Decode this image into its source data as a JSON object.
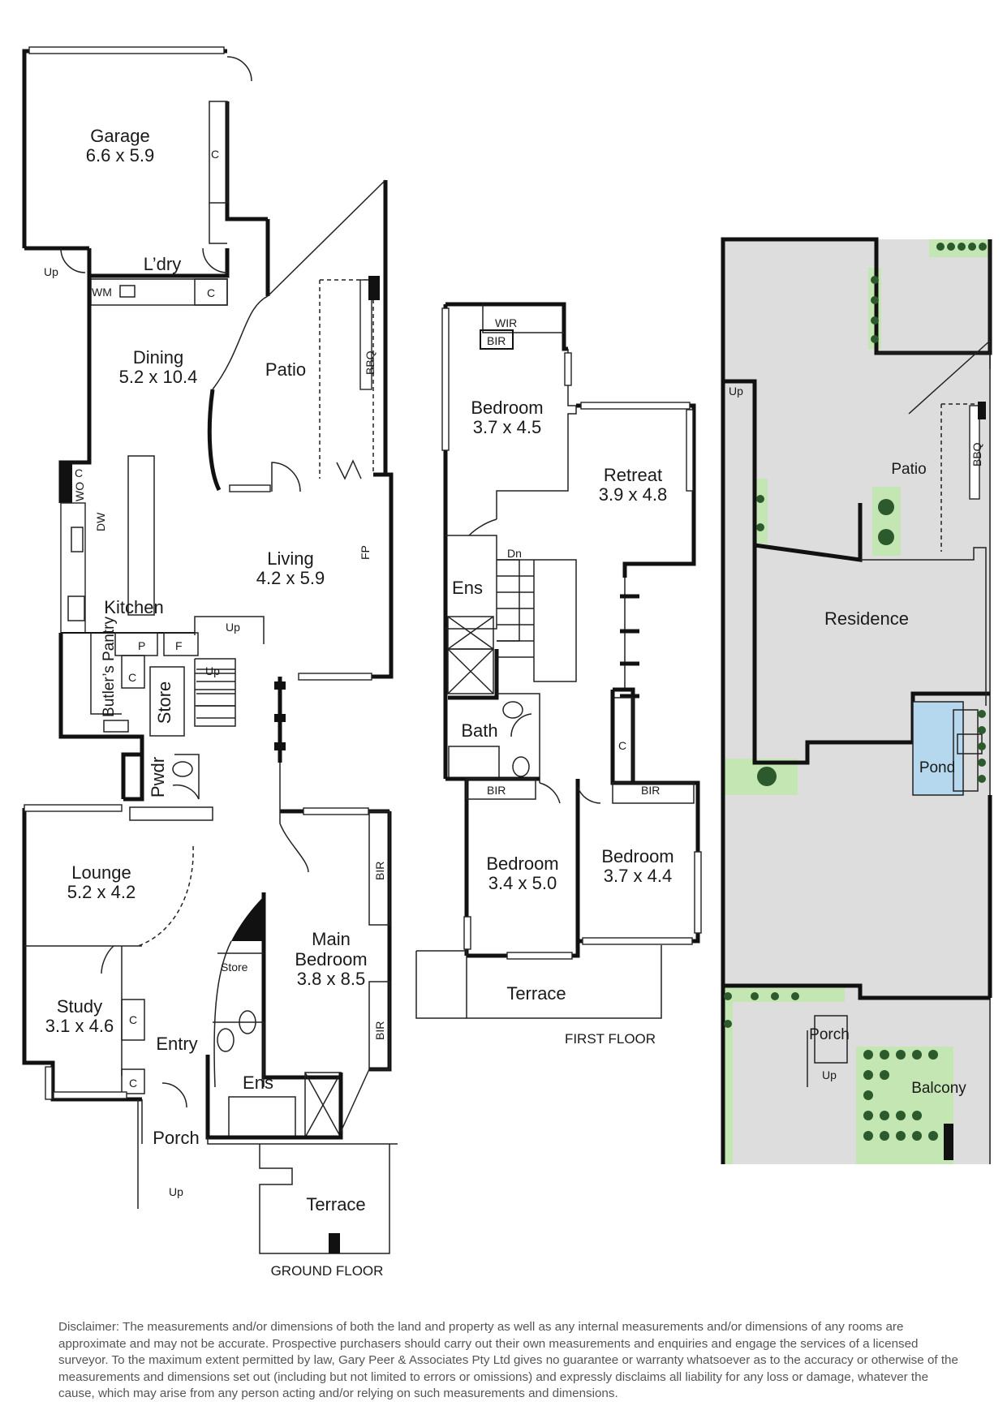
{
  "ground_floor": {
    "label": "GROUND FLOOR",
    "rooms": {
      "garage_name": "Garage",
      "garage_dims": "6.6 x 5.9",
      "laundry_name": "L’dry",
      "dining_name": "Dining",
      "dining_dims": "5.2 x 10.4",
      "patio_name": "Patio",
      "living_name": "Living",
      "living_dims": "4.2 x 5.9",
      "kitchen_name": "Kitchen",
      "butlers_pantry_name": "Butler’s Pantry",
      "store_name": "Store",
      "powder_name": "Pwdr",
      "lounge_name": "Lounge",
      "lounge_dims": "5.2 x 4.2",
      "study_name": "Study",
      "study_dims": "3.1 x 4.6",
      "entry_name": "Entry",
      "porch_name": "Porch",
      "main_bedroom_name_line1": "Main",
      "main_bedroom_name_line2": "Bedroom",
      "main_bedroom_dims": "3.8 x 8.5",
      "ensuite_name": "Ens",
      "store2_name": "Store",
      "terrace_name": "Terrace"
    },
    "symbols": {
      "cupboard": "C",
      "washing_machine": "WM",
      "bbq": "BBQ",
      "wall_oven": "WO",
      "dishwasher": "DW",
      "fireplace": "FP",
      "pantry": "P",
      "fridge": "F",
      "built_in_robe": "BIR",
      "up": "Up"
    }
  },
  "first_floor": {
    "label": "FIRST FLOOR",
    "rooms": {
      "wir_name": "WIR",
      "bir_name": "BIR",
      "bedroom1_name": "Bedroom",
      "bedroom1_dims": "3.7 x 4.5",
      "retreat_name": "Retreat",
      "retreat_dims": "3.9 x 4.8",
      "ensuite_name": "Ens",
      "bath_name": "Bath",
      "bedroom2_name": "Bedroom",
      "bedroom2_dims": "3.4 x 5.0",
      "bedroom3_name": "Bedroom",
      "bedroom3_dims": "3.7 x 4.4",
      "terrace_name": "Terrace"
    },
    "symbols": {
      "down": "Dn",
      "cupboard": "C",
      "built_in_robe": "BIR"
    }
  },
  "site_plan": {
    "rooms": {
      "residence_name": "Residence",
      "patio_name": "Patio",
      "pond_name": "Pond",
      "porch_name": "Porch",
      "balcony_name": "Balcony"
    },
    "symbols": {
      "up": "Up",
      "bbq": "BBQ"
    }
  },
  "disclaimer": "Disclaimer: The measurements and/or dimensions of both the land and property as well as any internal measurements and/or dimensions of any rooms are approximate and may not be accurate. Prospective purchasers should carry out their own measurements and enquiries and engage the services of a licensed surveyor. To the maximum extent permitted by law, Gary Peer & Associates Pty Ltd gives no guarantee or warranty whatsoever as to the accuracy or otherwise of the measurements and dimensions set out (including but not limited to errors or omissions) and expressly disclaims all liability for any loss or damage, whatever the cause, which may arise from any person acting and/or relying on such measurements and dimensions.",
  "colors": {
    "wall": "#111111",
    "garden": "#c4e6b2",
    "pond": "#b6d8ee",
    "paving": "#dddddd"
  }
}
